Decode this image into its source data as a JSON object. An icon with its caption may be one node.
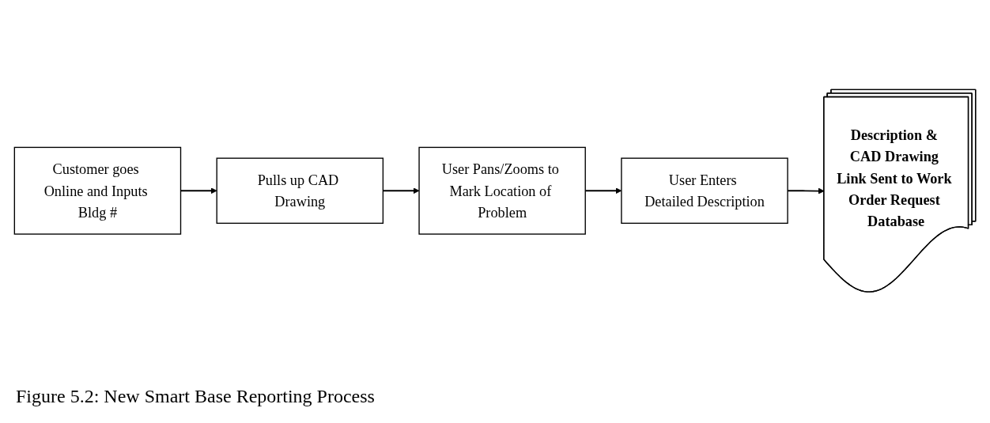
{
  "diagram": {
    "caption": "Figure 5.2: New Smart Base Reporting Process",
    "nodes": [
      {
        "text": [
          "Customer goes Online and Inputs Bldg #"
        ]
      },
      {
        "text": [
          "Pulls up CAD Drawing"
        ]
      },
      {
        "text": [
          "User Pans/Zooms to Mark Location of Problem"
        ]
      },
      {
        "text": [
          "User Enters Detailed Description"
        ]
      },
      {
        "text": [
          "Description & CAD Drawing Link Sent to Work Order Request Database"
        ]
      }
    ],
    "edges": [
      {
        "from": 0,
        "to": 1,
        "arrow": "to"
      },
      {
        "from": 1,
        "to": 2,
        "arrow": "to"
      },
      {
        "from": 2,
        "to": 3,
        "arrow": "to"
      },
      {
        "from": 3,
        "to": 4,
        "arrow": "to"
      }
    ]
  }
}
